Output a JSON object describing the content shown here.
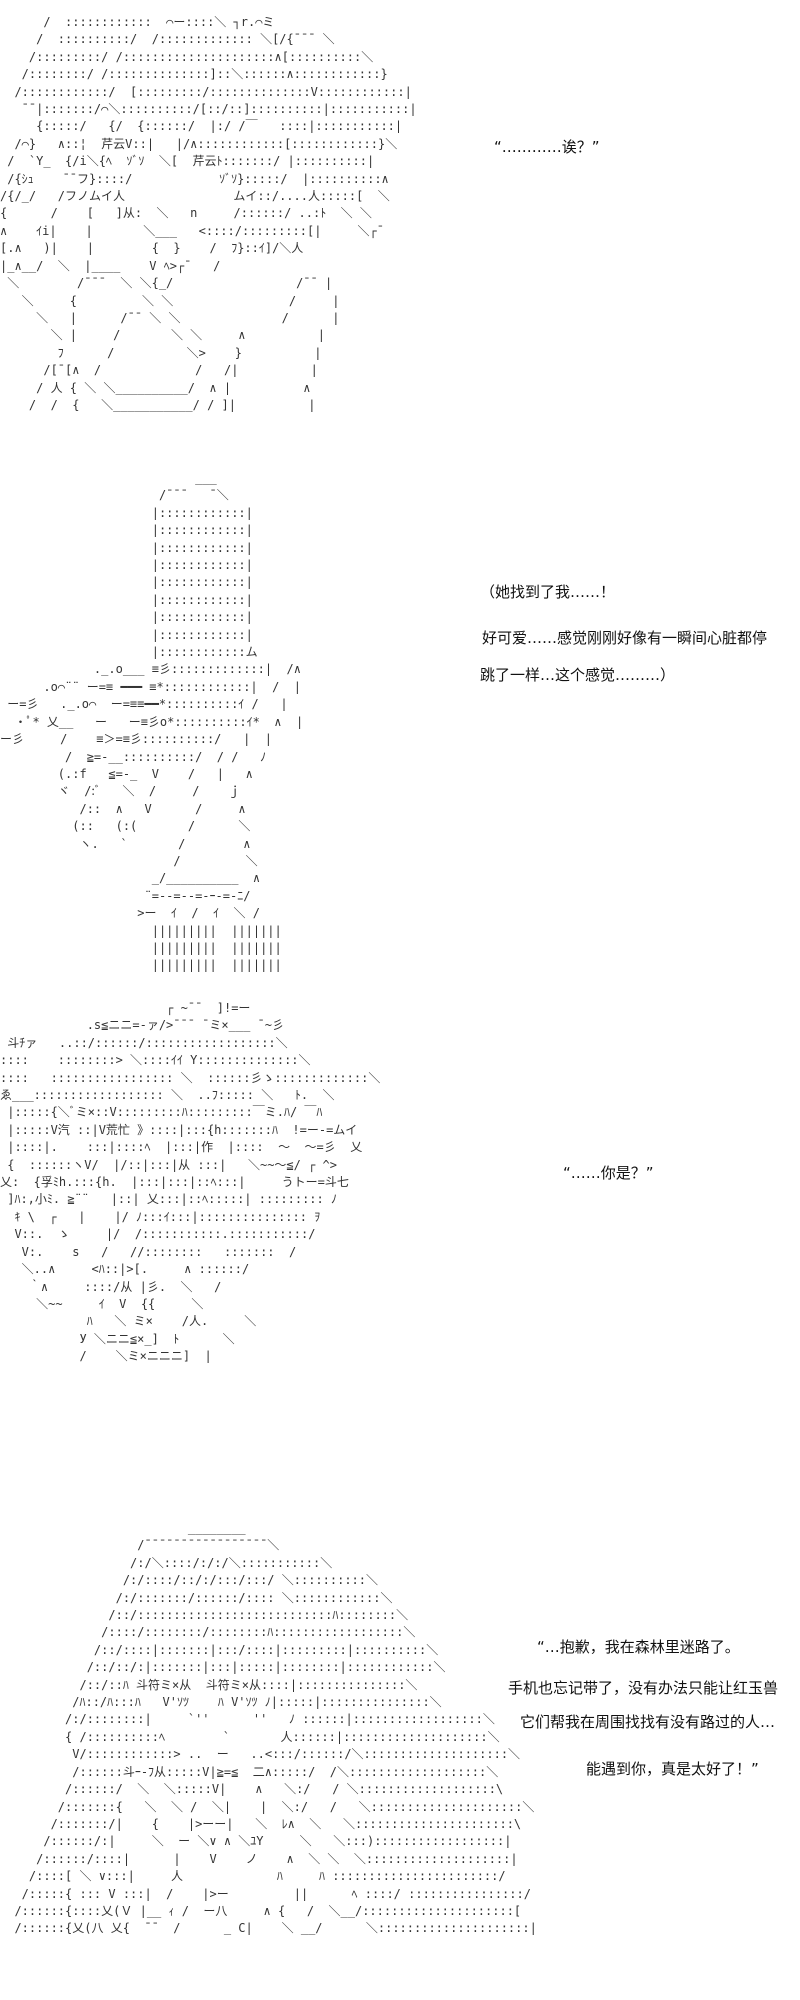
{
  "panels": [
    {
      "dialogue": [
        "“…………诶？”"
      ],
      "art": [
        "      /  ::::::::::::  ⌒ー::::＼ ┐r.⌒ミ",
        "     /  ::::::::::/  /::::::::::::: ＼[/{¯¯¯ ＼",
        "    /:::::::::/ /:::::::::::::::::::::∧[::::::::::＼",
        "   /::::::::/ /::::::::::::::]::＼::::::∧::::::::::::}",
        "  /::::::::::::/  [:::::::::/::::::::::::::V::::::::::::|",
        "   ¯¯|:::::::/⌒＼::::::::::/[::/::]::::::::::|:::::::::::|",
        "     {:::::/   {/  {::::::/  |:/ /￣   ::::|:::::::::::|",
        "  /⌒}   ∧::¦  芹云V::|   |/∧::::::::::::[::::::::::::}＼",
        " /  `Y_  {/i＼{ﾍ  ｿﾞｿ  ＼[  芹云ﾄ:::::::/ |::::::::::|",
        " /{ｼｭ    ¯¯フ}::::/            ｿﾞｿ}:::::/  |::::::::::∧",
        "/{/_/   /フノムイ人               ムイ::/....人:::::[  ＼",
        "{      /    [   ]从:  ＼   n     /::::::/ ..:ﾄ  ＼ ＼",
        "∧    ｲi|    |       ＼___   <::::/:::::::::[|     ＼┌¯",
        "[.∧   )|    |        {  }    /  ﾌ}::ｲ]/＼人",
        "|_∧__/  ＼  |____    V ﾍ>┌¯   /",
        " ＼        /¯¯¯  ＼ ＼{_/                 /¯¯ |",
        "   ＼     {         ＼ ＼                /     |",
        "     ＼   |      /¯¯ ＼ ＼              /      |",
        "       ＼ |     /       ＼ ＼     ∧          |",
        "        ﾌ      /          ＼>    }          |",
        "      /[¯[∧  /             /   /|          |",
        "     / 人 { ＼ ＼__________/  ∧ |          ∧",
        "    /  /  {   ＼___________/ / ]|          |"
      ]
    },
    {
      "dialogue": [
        "（她找到了我……！",
        "好可爱……感觉刚刚好像有一瞬间心脏都停",
        "跳了一样…这个感觉………）"
      ],
      "art": [
        "                           ___",
        "                      /¯¯¯   ¯＼",
        "                     |::::::::::::|",
        "                     |::::::::::::|",
        "                     |::::::::::::|",
        "                     |::::::::::::|",
        "                     |::::::::::::|",
        "                     |::::::::::::|",
        "                     |::::::::::::|",
        "                     |::::::::::::|",
        "                     |::::::::::::ム",
        "             ._.o___ ≡彡:::::::::::::|  /∧",
        "      .o⌒¨¨ ー=≡ ━━━ ≡*::::::::::::|  /  |",
        " ー=彡   ._.o⌒  ー=≡≡━━*::::::::::ｲ /   |",
        "  ・ﾟ* 乂__   ー   ー≡彡o*::::::::::ｲ*  ∧  |",
        "ー彡     /    ≡＞=≡彡::::::::::/   |  |",
        "         /  ≧=-__::::::::::/  / /   ﾉ",
        "        (.:f   ≦=-_  V    /   |   ∧",
        "        ヾ  /:ﾞ   ＼  /     /    ｊ",
        "           /::  ∧   V      /     ∧",
        "          (::   (:(       /      ＼",
        "           ヽ.   `       /        ∧",
        "                        /         ＼",
        "                     _/__________  ∧",
        "                    ¨=--=--=-ｰ-=-ﾆ/",
        "                   >ー  ｲ  /  ｲ  ＼ /",
        "                     |||||||||  |||||||",
        "                     |||||||||  |||||||",
        "                     |||||||||  |||||||"
      ]
    },
    {
      "dialogue": [
        "“……你是？”"
      ],
      "art": [
        "                       ┌ ~¯¯  ]!=ー",
        "            .s≦ニニ=-ァ/>¯¯¯ ¯ミ×___ ¯~彡",
        " 斗ﾁァ   ..::/::::::/::::::::::::::::::＼",
        "::::    ::::::::> ＼::::ｲｲ Y::::::::::::::＼",
        "::::   ::::::::::::::::: ＼  ::::::彡ゝ:::::::::::::＼",
        "ゑ___:::::::::::::::::: ＼  ..ﾌ::::: ＼   ﾄ.  ＼",
        " |:::::{＼ﾞミ×::V:::::::::ﾊ:::::::::￣ミ.ﾊ/ ￣ﾊ",
        " |:::::V汽 ::|V荒忙 》::::|:::{h:::::::ﾊ  !=ー-=ムイ",
        " |::::|.    :::|::::ﾍ  |:::|作  |::::  ～  ～=彡  乂",
        " {  ::::::ヽV/  |/::|:::|从 :::|   ＼~~～≦/ ┌ ^>",
        "乂:  {孚ﾐh.:::{h.  |:::|:::|::ﾍ:::|     うトー=斗七",
        " ]ﾊ:,小ﾐ. ≧¨¨   |::| 乂:::|::ﾍ:::::| ::::::::: ﾉ",
        "  ｷ \\  ┌   |    |/ ﾉ:::ｲ:::|::::::::::::::: ｦ",
        "  V::.  ゝ     |/  /:::::::::::.:::::::::::/",
        "   V:.    s   /   //::::::::   :::::::  /",
        "   ＼..∧     <ﾊ::|>[.     ∧ ::::::/",
        "    ｀∧     ::::/从 |彡.  ＼   /",
        "     ＼~~     ｲ  V  {{     ＼",
        "            ﾊ   ＼ ミ×    /人.     ＼",
        "           У ＼ニニ≦×_]  ﾄ      ＼",
        "           /    ＼ミ×ニニニ]  |"
      ]
    },
    {
      "dialogue": [
        "“…抱歉，我在森林里迷路了。",
        "手机也忘记带了，没有办法只能让红玉兽",
        "它们帮我在周围找找有没有路过的人…",
        "能遇到你，真是太好了！”"
      ],
      "art": [
        "                          ________",
        "                   /¯¯¯¯¯¯¯¯¯¯¯¯¯¯¯¯¯＼",
        "                  /:/＼::::/:/:/＼:::::::::::＼",
        "                 /:/::::/::/:/:::/:::/ ＼::::::::::＼",
        "                /:/:::::::/::::::/:::: ＼::::::::::::＼",
        "               /::/:::::::::::::::::::::::::::ﾊ::::::::＼",
        "              /::::/::::::::/::::::::ﾊ::::::::::::::::::＼",
        "             /::/::::|:::::::|:::/::::|:::::::::|::::::::::＼",
        "            /::/::/:|:::::::|:::|:::::|::::::::|::::::::::::＼",
        "           /::/::ﾊ 斗符ミ×从  斗符ミ×从::::|:::::::::::::::＼",
        "          /ﾊ::/ﾊ:::ﾊ   V'ｿﾂ    ﾊ V'ｿﾂ ﾉ|:::::|:::::::::::::::＼",
        "         /:/::::::::|     `''      ''   ﾉ ::::::|::::::::::::::::::＼",
        "         { /::::::::::ﾍ        `       人::::::|::::::::::::::::::::＼",
        "          V/::::::::::::> ..  ー   ..<:::/::::::/＼::::::::::::::::::::＼",
        "          /::::::斗ｰ-ﾌ从:::::V|≧=≦  二∧:::::/  /＼:::::::::::::::::::＼",
        "         /::::::/  ＼  ＼:::::V|    ∧   ＼:/   / ＼:::::::::::::::::::\\",
        "        /:::::::{   ＼  ＼ /  ＼|    |  ＼:/   /   ＼:::::::::::::::::::::＼",
        "       /:::::::/|    {    |>ーー|   ＼  ﾚ∧  ＼   ＼::::::::::::::::::::::\\",
        "      /::::::/:|     ＼  ー ＼∨ ∧ ＼ﾕY     ＼   ＼:::)::::::::::::::::::|",
        "     /::::::/::::|      |    V    ノ    ∧  ＼ ＼  ＼::::::::::::::::::::|",
        "    /::::[ ＼ ∨:::|     人             ﾊ     ﾊ :::::::::::::::::::::::/",
        "   /:::::{ ::: V :::|  /    |>ー         ||      ﾍ ::::/ ::::::::::::::::/",
        "  /::::::{::::乂(Ｖ |__ ｨ /  ー八     ∧ {   /  ＼__/:::::::::::::::::::::[",
        "  /::::::{乂(八 乂{  ¯¯  /      _ C|    ＼ __/      ＼:::::::::::::::::::::|"
      ]
    }
  ]
}
